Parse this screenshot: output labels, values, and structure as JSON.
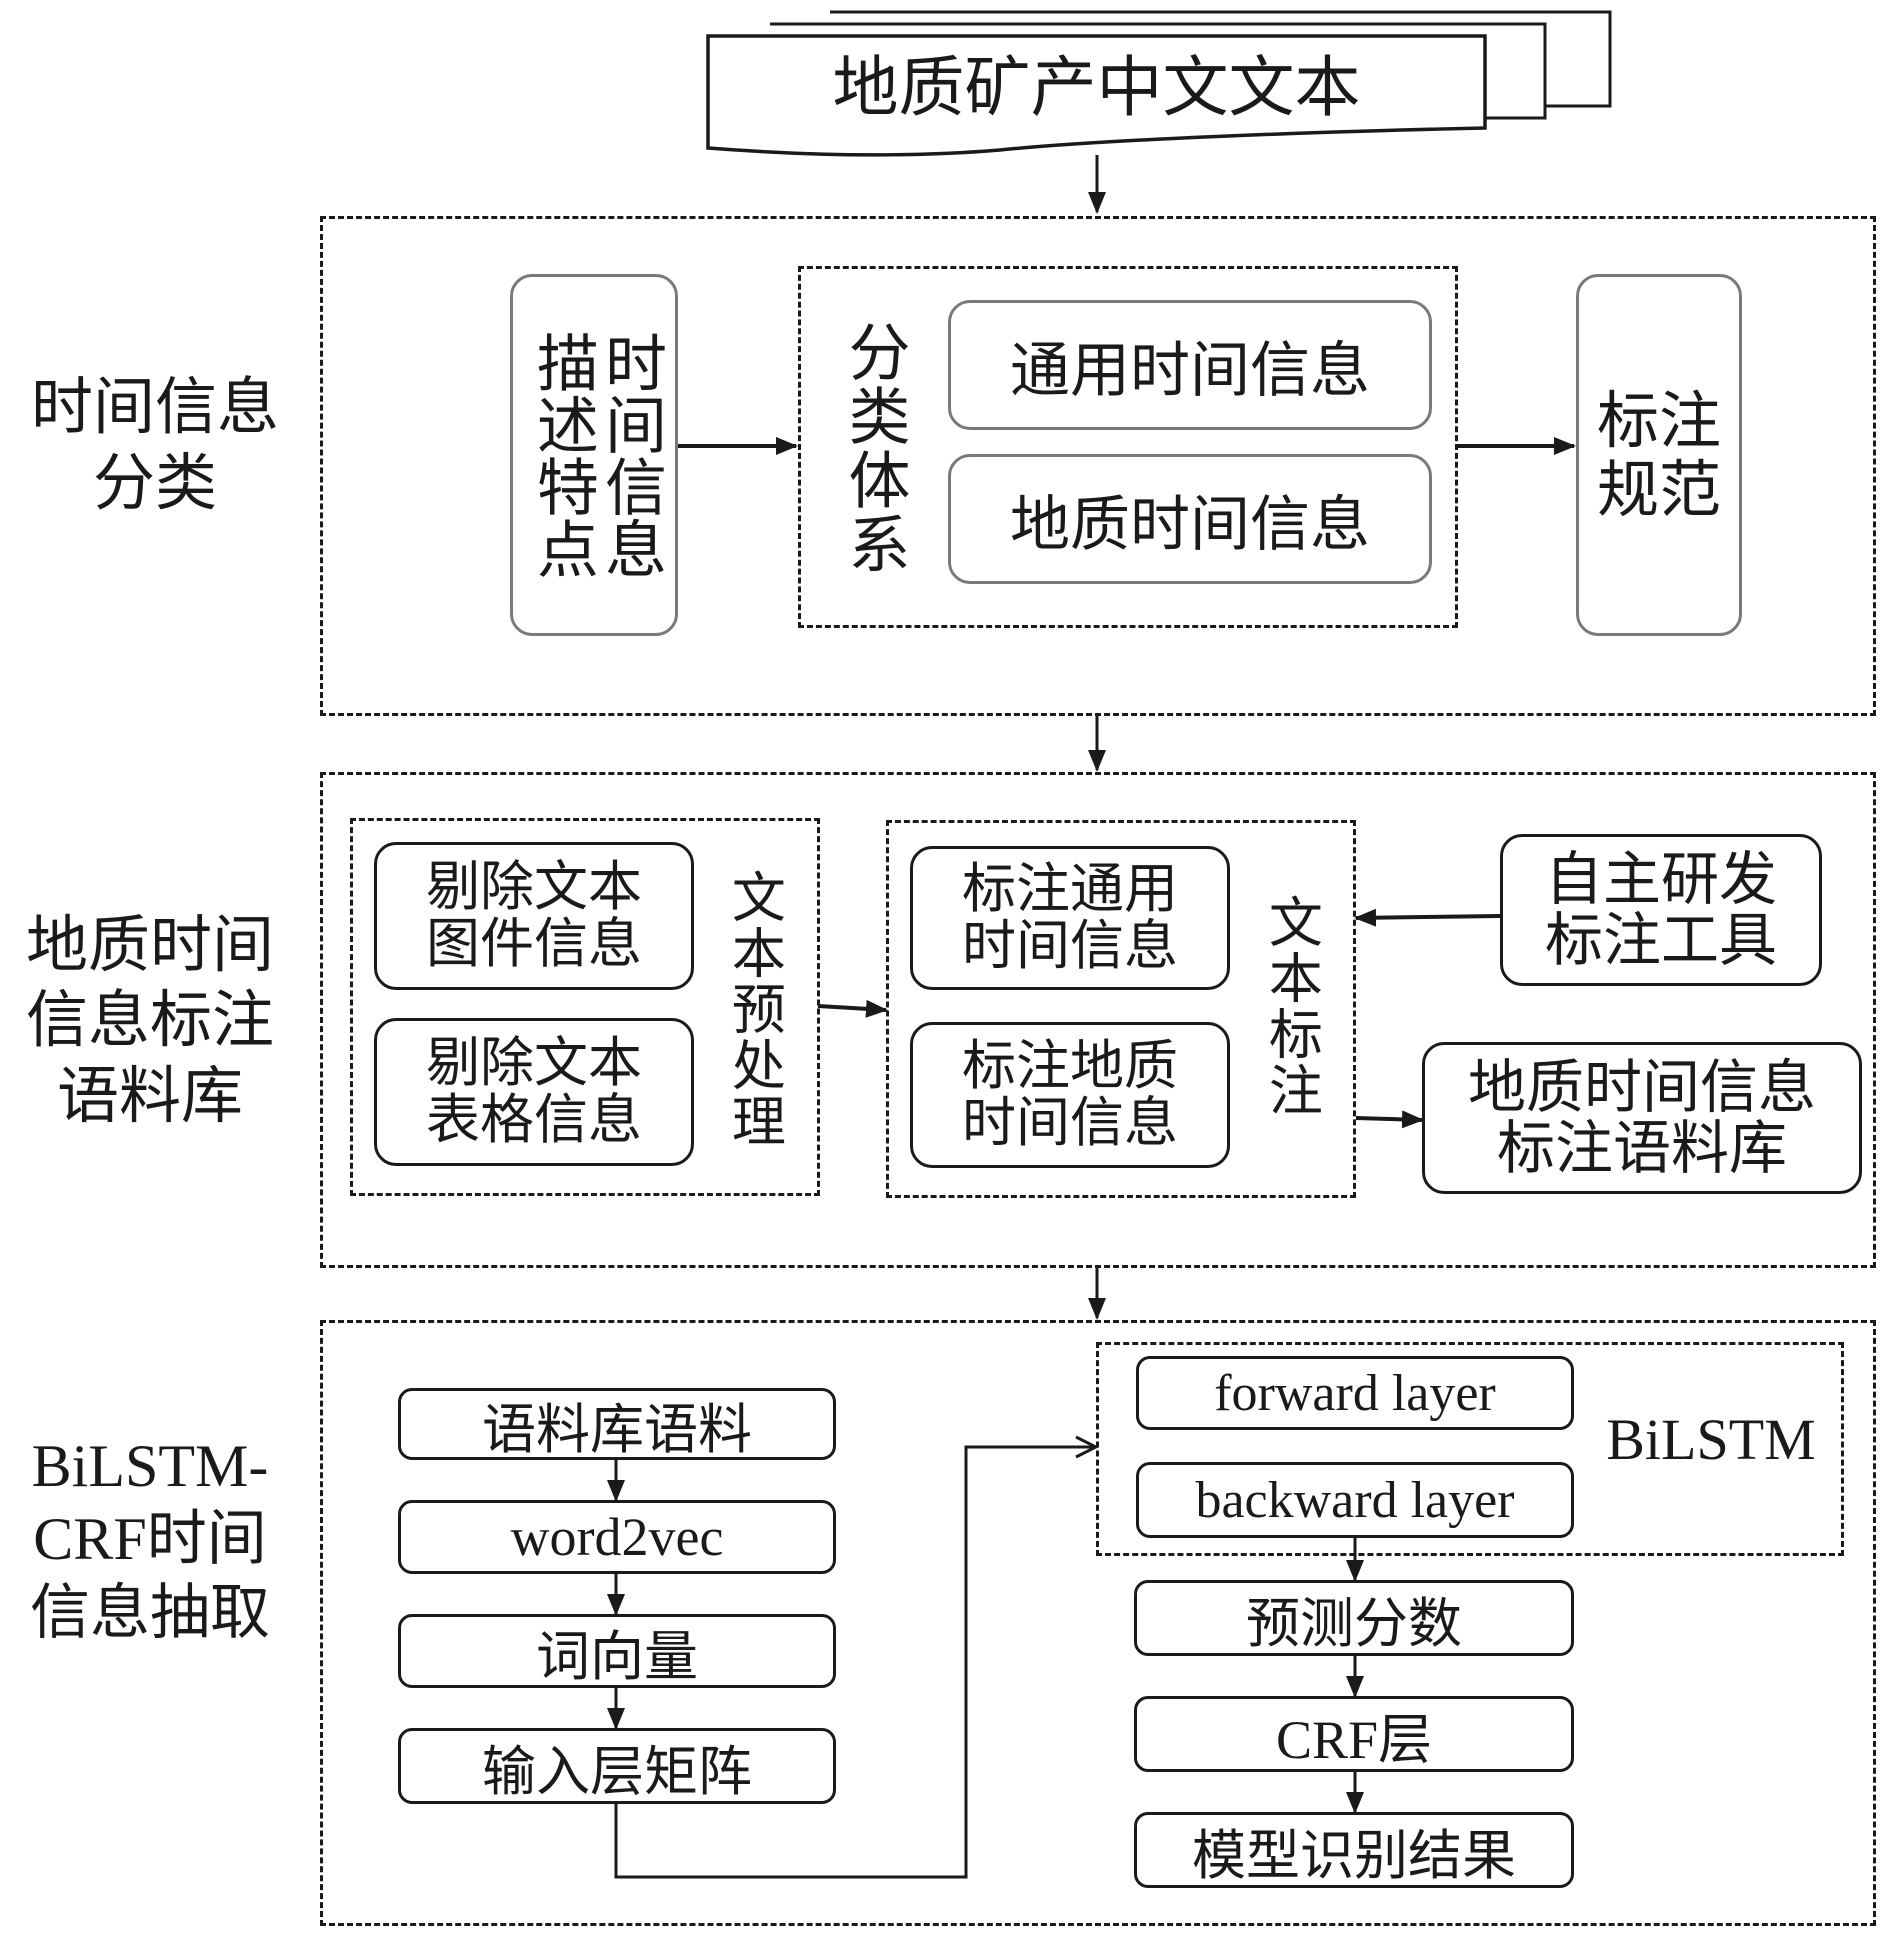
{
  "source": {
    "label": "地质矿产中文文本"
  },
  "stages": [
    {
      "label": "时间信息\n分类",
      "features_box": "时间信息描述特点",
      "taxonomy": {
        "title": "分类体系",
        "items": [
          "通用时间信息",
          "地质时间信息"
        ]
      },
      "output_box": "标注规范"
    },
    {
      "label": "地质时间\n信息标注\n语料库",
      "preprocess": {
        "title": "文本预处理",
        "items": [
          "剔除文本\n图件信息",
          "剔除文本\n表格信息"
        ]
      },
      "annotation": {
        "title": "文本标注",
        "items": [
          "标注通用\n时间信息",
          "标注地质\n时间信息"
        ]
      },
      "tool_box": "自主研发\n标注工具",
      "corpus_box": "地质时间信息\n标注语料库"
    },
    {
      "label": "BiLSTM-\nCRF时间\n信息抽取",
      "embedding_pipeline": [
        "语料库语料",
        "word2vec",
        "词向量",
        "输入层矩阵"
      ],
      "bilstm": {
        "title": "BiLSTM",
        "layers": [
          "forward layer",
          "backward layer"
        ]
      },
      "output_pipeline": [
        "预测分数",
        "CRF层",
        "模型识别结果"
      ]
    }
  ],
  "colors": {
    "line": "#1a1a1a",
    "grey_border": "#7a7a7a",
    "background": "#ffffff"
  }
}
